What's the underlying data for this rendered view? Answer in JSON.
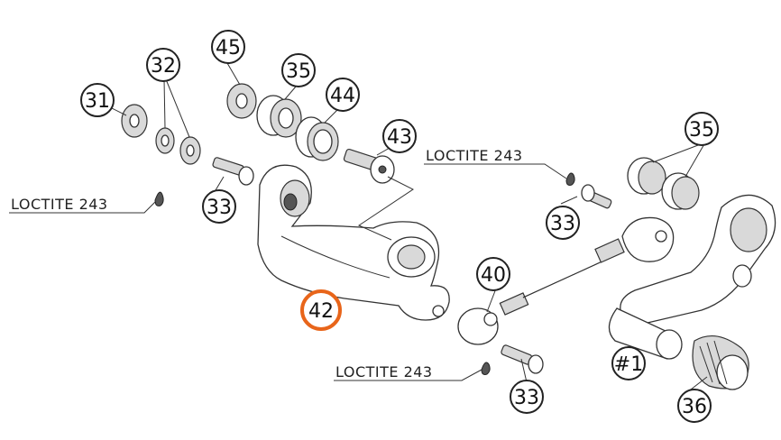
{
  "callouts": [
    {
      "id": "c31",
      "label": "31"
    },
    {
      "id": "c32",
      "label": "32"
    },
    {
      "id": "c45",
      "label": "45"
    },
    {
      "id": "c35a",
      "label": "35"
    },
    {
      "id": "c44",
      "label": "44"
    },
    {
      "id": "c43",
      "label": "43"
    },
    {
      "id": "c33a",
      "label": "33"
    },
    {
      "id": "c42",
      "label": "42",
      "highlight_color": "#e8651a"
    },
    {
      "id": "c35b",
      "label": "35"
    },
    {
      "id": "c33b",
      "label": "33"
    },
    {
      "id": "c40",
      "label": "40"
    },
    {
      "id": "c33c",
      "label": "33"
    },
    {
      "id": "c1",
      "label": "#1"
    },
    {
      "id": "c36",
      "label": "36"
    }
  ],
  "loctite_labels": [
    {
      "id": "l1",
      "text": "LOCTITE 243"
    },
    {
      "id": "l2",
      "text": "LOCTITE 243"
    },
    {
      "id": "l3",
      "text": "LOCTITE 243"
    }
  ],
  "colors": {
    "highlight": "#e8651a",
    "ink": "#333333"
  }
}
